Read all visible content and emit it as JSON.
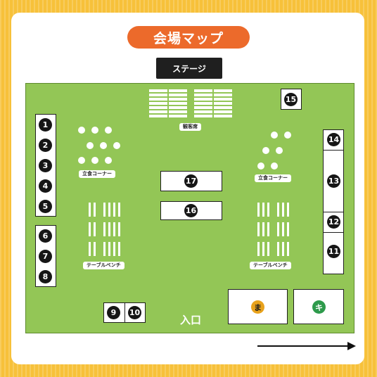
{
  "title": "会場マップ",
  "stage_label": "ステージ",
  "audience_label": "観客席",
  "standing_left_label": "立食コーナー",
  "standing_right_label": "立食コーナー",
  "bench_left_label": "テーブルベンチ",
  "bench_right_label": "テーブルベンチ",
  "entrance_label": "入口",
  "booths": {
    "n1": "1",
    "n2": "2",
    "n3": "3",
    "n4": "4",
    "n5": "5",
    "n6": "6",
    "n7": "7",
    "n8": "8",
    "n9": "9",
    "n10": "10",
    "n11": "11",
    "n12": "12",
    "n13": "13",
    "n14": "14",
    "n15": "15",
    "n16": "16",
    "n17": "17"
  },
  "facilities": {
    "ma_label": "ま",
    "ki_label": "キ"
  },
  "colors": {
    "background": "#f7c13a",
    "title": "#ec6a2b",
    "hall": "#93c656",
    "ma_icon": "#e8a21c",
    "ki_icon": "#2d9a4b"
  }
}
